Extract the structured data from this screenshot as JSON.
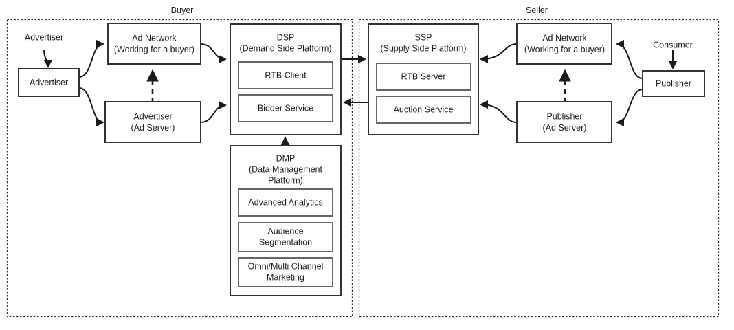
{
  "diagram": {
    "title_hidden": "",
    "groups": [
      {
        "id": "buyer",
        "label": "Buyer"
      },
      {
        "id": "seller",
        "label": "Seller"
      }
    ],
    "buyer": {
      "advertiser_caption": "Advertiser",
      "advertiser_box": "Advertiser",
      "ad_network_line1": "Ad Network",
      "ad_network_line2": "(Working for a buyer)",
      "advertiser_adserver_line1": "Advertiser",
      "advertiser_adserver_line2": "(Ad Server)",
      "dsp_line1": "DSP",
      "dsp_line2": "(Demand Side Platform)",
      "dsp_children": [
        "RTB Client",
        "Bidder Service"
      ],
      "dmp_line1": "DMP",
      "dmp_line2": "(Data Management",
      "dmp_line3": "Platform)",
      "dmp_children": [
        {
          "line1": "Advanced Analytics",
          "line2": ""
        },
        {
          "line1": "Audience",
          "line2": "Segmentation"
        },
        {
          "line1": "Omni/Multi Channel",
          "line2": "Marketing"
        }
      ]
    },
    "seller": {
      "ssp_line1": "SSP",
      "ssp_line2": "(Supply Side Platform)",
      "ssp_children": [
        "RTB Server",
        "Auction Service"
      ],
      "ad_network_line1": "Ad Network",
      "ad_network_line2": "(Working for a buyer)",
      "publisher_adserver_line1": "Publisher",
      "publisher_adserver_line2": "(Ad Server)",
      "consumer_caption": "Consumer",
      "publisher_box": "Publisher"
    },
    "colors": {
      "box_stroke": "#333333",
      "inner_stroke": "#666666",
      "connector": "#1a1a1a",
      "group_stroke": "#333333",
      "text": "#1f1f1f",
      "background": "#ffffff"
    }
  }
}
